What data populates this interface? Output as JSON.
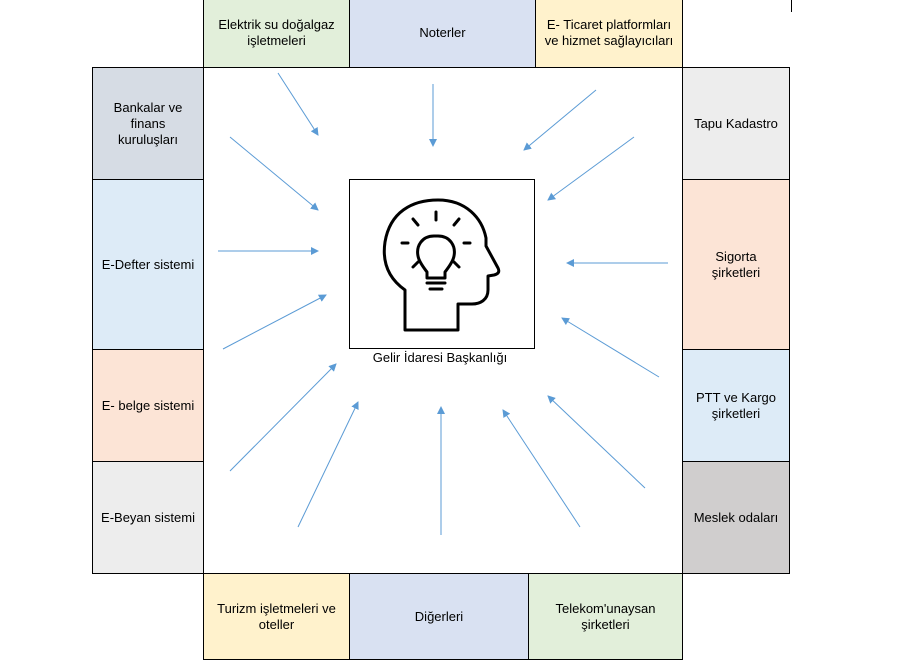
{
  "center": {
    "label": "Gelir İdaresi Başkanlığı",
    "icon": "head-lightbulb-icon"
  },
  "top": [
    {
      "label": "Elektrik su doğalgaz işletmeleri",
      "color": "#e2efda"
    },
    {
      "label": "Noterler",
      "color": "#d9e1f2"
    },
    {
      "label": "E- Ticaret platformları ve hizmet sağlayıcıları",
      "color": "#fff2cc"
    }
  ],
  "left": [
    {
      "label": "Bankalar ve finans kuruluşları",
      "color": "#d6dce4"
    },
    {
      "label": "E-Defter sistemi",
      "color": "#ddebf7"
    },
    {
      "label": "E- belge sistemi",
      "color": "#fce4d6"
    },
    {
      "label": "E-Beyan sistemi",
      "color": "#ededed"
    }
  ],
  "right": [
    {
      "label": "Tapu Kadastro",
      "color": "#ededed"
    },
    {
      "label": "Sigorta şirketleri",
      "color": "#fce4d6"
    },
    {
      "label": "PTT ve Kargo şirketleri",
      "color": "#ddebf7"
    },
    {
      "label": "Meslek odaları",
      "color": "#d0cece"
    }
  ],
  "bottom": [
    {
      "label": "Turizm işletmeleri ve oteller",
      "color": "#fff2cc"
    },
    {
      "label": "Diğerleri",
      "color": "#d9e1f2"
    },
    {
      "label": "Telekom'unaysan şirketleri",
      "color": "#e2efda"
    }
  ],
  "arrow_color": "#5b9bd5"
}
